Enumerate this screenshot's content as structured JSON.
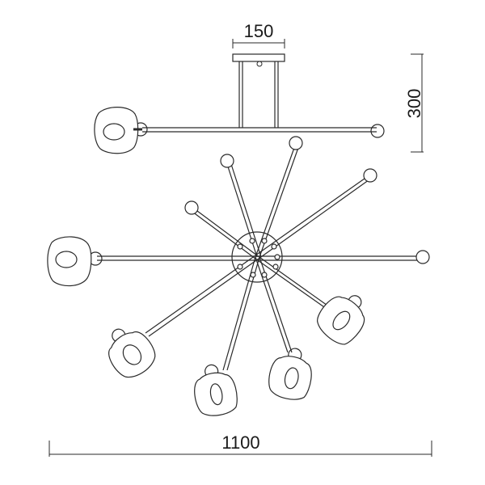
{
  "dimensions": {
    "top_width": "150",
    "height": "300",
    "total_width": "1100"
  }
}
